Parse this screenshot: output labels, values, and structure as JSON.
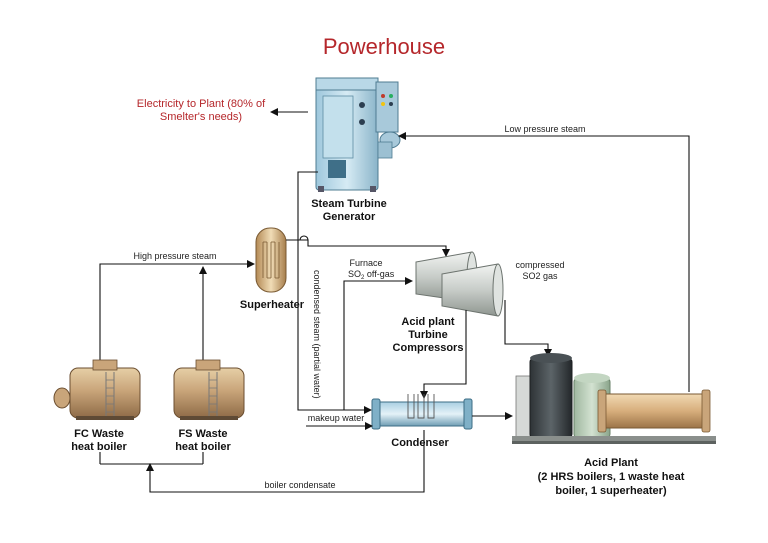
{
  "title": "Powerhouse",
  "electricity": {
    "line1": "Electricity to Plant (80% of",
    "line2": "Smelter's needs)"
  },
  "units": {
    "steam_turbine": {
      "line1": "Steam Turbine",
      "line2": "Generator"
    },
    "superheater": {
      "label": "Superheater"
    },
    "compressors": {
      "line1": "Acid plant",
      "line2": "Turbine",
      "line3": "Compressors"
    },
    "condenser": {
      "label": "Condenser"
    },
    "fc_boiler": {
      "line1": "FC  Waste",
      "line2": "heat boiler"
    },
    "fs_boiler": {
      "line1": "FS  Waste",
      "line2": "heat boiler"
    },
    "acid_plant": {
      "line1": "Acid Plant",
      "line2": "(2 HRS boilers, 1 waste heat",
      "line3": "boiler, 1 superheater)"
    }
  },
  "flows": {
    "low_pressure_steam": "Low pressure steam",
    "high_pressure_steam": "High pressure steam",
    "furnace_line1": "Furnace",
    "furnace_line2": "SO",
    "furnace_sub": "2",
    "furnace_line2_end": " off-gas",
    "compressed_line1": "compressed",
    "compressed_line2": "SO2 gas",
    "condensed_steam": "condensed steam (partial water)",
    "makeup_water": "makeup water",
    "boiler_condensate": "boiler condensate"
  }
}
